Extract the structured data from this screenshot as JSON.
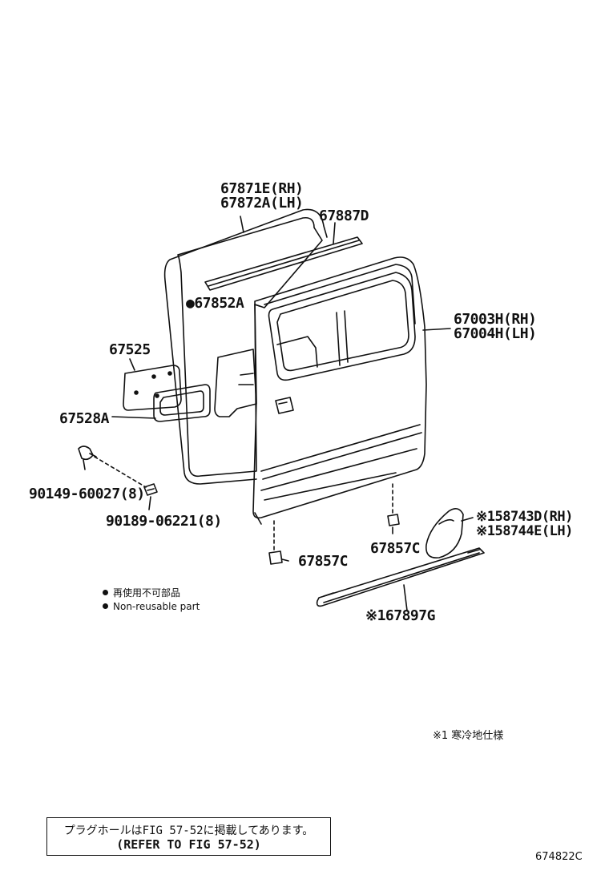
{
  "parts": {
    "weatherstrip_rh": "67871E(RH)",
    "weatherstrip_lh": "67872A(LH)",
    "glass_run": "67887D",
    "service_cover": "●67852A",
    "door_panel_rh": "67003H(RH)",
    "door_panel_lh": "67004H(LH)",
    "hole_cover": "67525",
    "hole_cover_seal": "67528A",
    "screw": "90149-60027(8)",
    "nut": "90189-06221(8)",
    "cushion_left": "67857C",
    "cushion_right": "67857C",
    "guard_rh": "※158743D(RH)",
    "guard_lh": "※158744E(LH)",
    "moulding": "※167897G"
  },
  "legend": {
    "jp": "再使用不可部品",
    "en": "Non-reusable part"
  },
  "footnote": "※1 寒冷地仕様",
  "note": {
    "line1": "プラグホールはFIG 57-52に掲載してあります。",
    "line2": "(REFER TO  FIG 57-52)"
  },
  "figure_id": "674822C"
}
